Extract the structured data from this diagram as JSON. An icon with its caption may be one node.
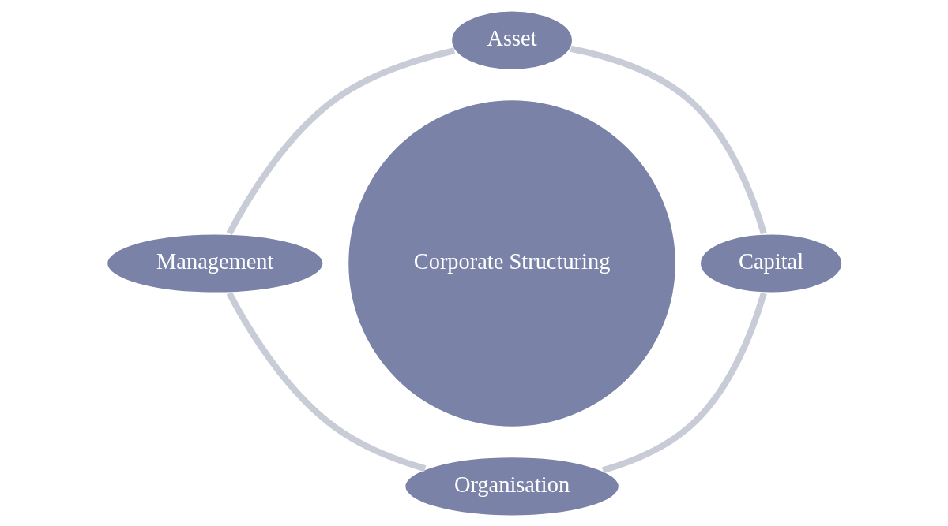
{
  "diagram": {
    "nodes": [
      {
        "text": [
          "Corporate Structuring"
        ]
      },
      {
        "text": [
          "Asset"
        ]
      },
      {
        "text": [
          "Capital"
        ]
      },
      {
        "text": [
          "Organisation"
        ]
      },
      {
        "text": [
          "Management"
        ]
      }
    ],
    "edges": [
      {
        "from": 1,
        "to": 2,
        "arrow": "none"
      },
      {
        "from": 2,
        "to": 3,
        "arrow": "none"
      },
      {
        "from": 3,
        "to": 4,
        "arrow": "none"
      },
      {
        "from": 4,
        "to": 1,
        "arrow": "none"
      }
    ]
  }
}
